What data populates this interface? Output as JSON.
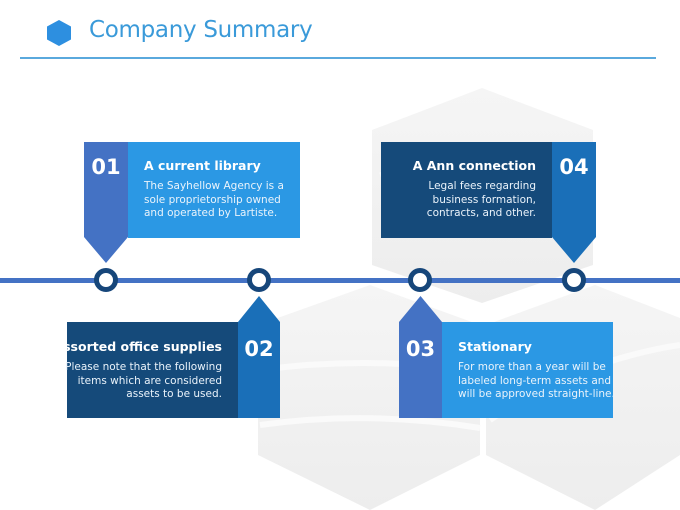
{
  "header": {
    "title": "Company Summary",
    "icon": "hexagon-icon"
  },
  "colors": {
    "accent": "#2d8fe0",
    "dark_navy": "#154a7a",
    "mid_blue": "#1a6fb8",
    "steel_blue": "#4472c4",
    "light_blue": "#2b98e4",
    "timeline": "#4472c4",
    "node_ring": "#16467a"
  },
  "items": [
    {
      "number": "01",
      "heading": "A current library",
      "body": "The Sayhellow Agency is a sole proprietorship owned and operated by Lartiste."
    },
    {
      "number": "02",
      "heading": "Assorted office supplies",
      "body": "Please note that the following items which are considered assets to be used."
    },
    {
      "number": "03",
      "heading": "Stationary",
      "body": "For more than a year will be labeled long-term assets and will be approved straight-line."
    },
    {
      "number": "04",
      "heading": "A Ann connection",
      "body": "Legal fees regarding business formation, contracts, and other."
    }
  ]
}
